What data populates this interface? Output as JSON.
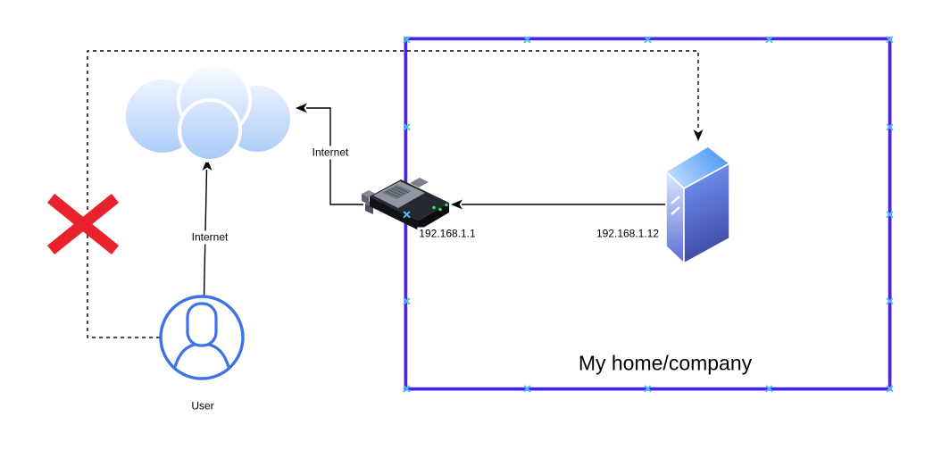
{
  "diagram": {
    "nodes": {
      "cloud": {
        "icon": "cloud-icon"
      },
      "user": {
        "label": "User",
        "icon": "user-icon"
      },
      "router": {
        "label": "192.168.1.1",
        "icon": "router-icon"
      },
      "server": {
        "label": "192.168.1.12",
        "icon": "server-icon"
      },
      "boundary": {
        "label": "My home/company"
      },
      "blocked": {
        "icon": "blocked-cross-icon"
      }
    },
    "edges": {
      "user_to_cloud": {
        "label": "Internet",
        "style": "solid-arrow"
      },
      "router_to_cloud": {
        "label": "Internet",
        "style": "solid-arrow"
      },
      "server_to_router": {
        "label": "",
        "style": "solid-arrow"
      },
      "user_to_server": {
        "label": "",
        "style": "dashed-arrow"
      }
    },
    "colors": {
      "boundary_stroke": "#3f28ee",
      "boundary_fringe": "#7b2be2",
      "connection_point": "#4cbdf5",
      "blocked_cross": "#e8212d",
      "user_stroke": "#3c72e8",
      "cloud_top": "#fbfdff",
      "cloud_bottom": "#a4c6f8",
      "edge_stroke": "#000000",
      "led_green": "#39e14b"
    }
  }
}
